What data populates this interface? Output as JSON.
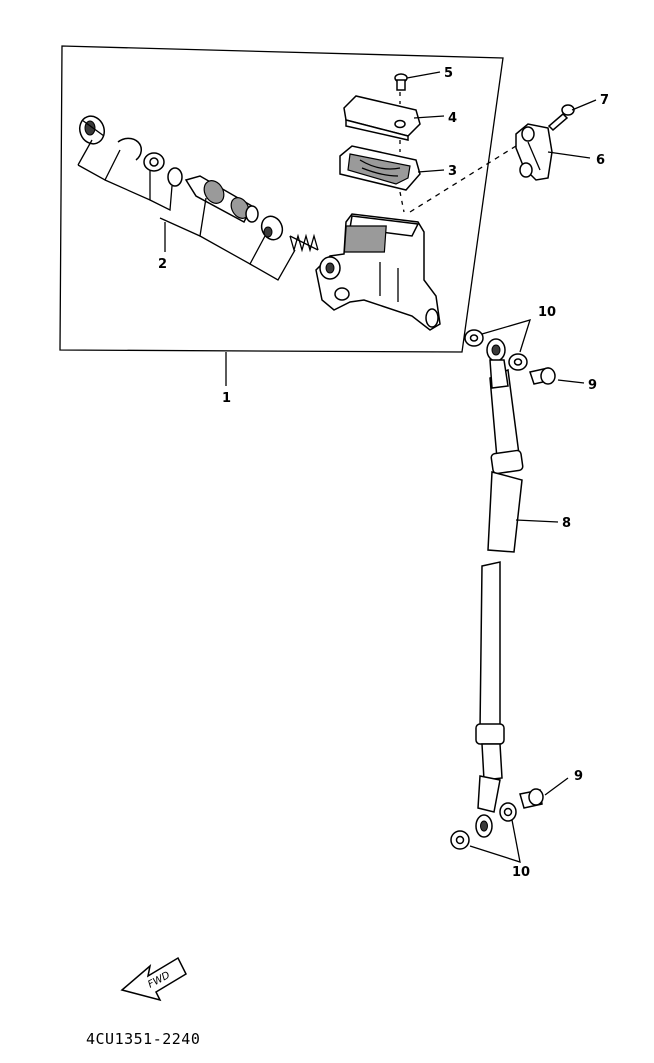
{
  "diagram": {
    "callouts": {
      "c1": "1",
      "c2": "2",
      "c3": "3",
      "c4": "4",
      "c5": "5",
      "c6": "6",
      "c7": "7",
      "c8": "8",
      "c9a": "9",
      "c9b": "9",
      "c10a": "10",
      "c10b": "10"
    },
    "fwd_label": "FWD",
    "part_code": "4CU1351-2240"
  }
}
